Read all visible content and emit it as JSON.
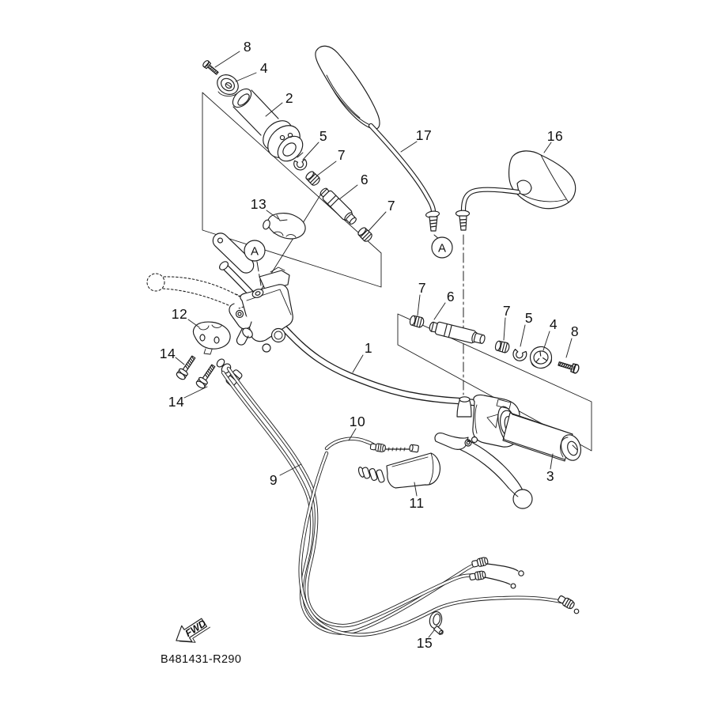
{
  "diagram": {
    "type": "exploded-parts-diagram",
    "code": "B481431-R290",
    "fwd_label": "FWD",
    "colors": {
      "line": "#1d1d1d",
      "background": "#ffffff"
    },
    "ref_markers": [
      {
        "text": "A"
      },
      {
        "text": "A"
      }
    ],
    "part_labels": [
      {
        "text": "8"
      },
      {
        "text": "4"
      },
      {
        "text": "2"
      },
      {
        "text": "5"
      },
      {
        "text": "7"
      },
      {
        "text": "6"
      },
      {
        "text": "7"
      },
      {
        "text": "13"
      },
      {
        "text": "17"
      },
      {
        "text": "16"
      },
      {
        "text": "7"
      },
      {
        "text": "6"
      },
      {
        "text": "7"
      },
      {
        "text": "5"
      },
      {
        "text": "4"
      },
      {
        "text": "8"
      },
      {
        "text": "12"
      },
      {
        "text": "14"
      },
      {
        "text": "14"
      },
      {
        "text": "1"
      },
      {
        "text": "10"
      },
      {
        "text": "9"
      },
      {
        "text": "11"
      },
      {
        "text": "3"
      },
      {
        "text": "15"
      }
    ]
  }
}
